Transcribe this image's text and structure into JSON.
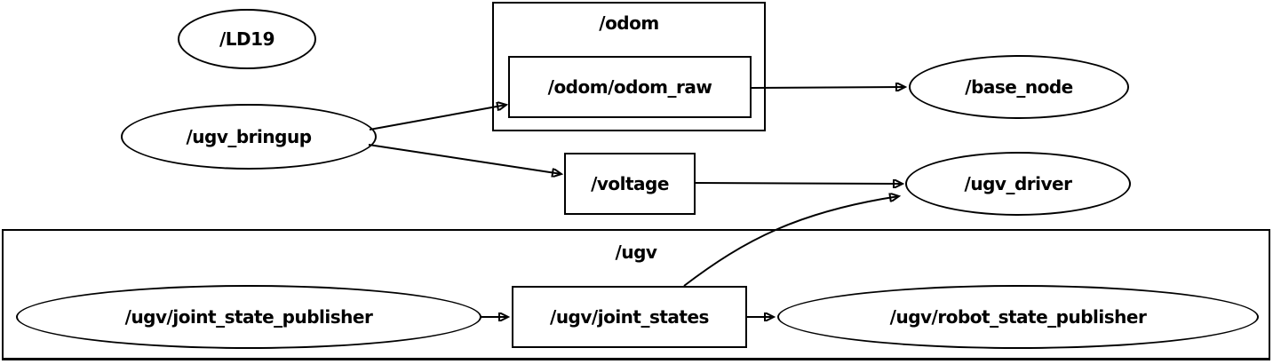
{
  "graph": {
    "background_color": "#ffffff",
    "stroke_color": "#000000",
    "namespaces": {
      "odom": {
        "label": "/odom"
      },
      "ugv": {
        "label": "/ugv"
      }
    },
    "nodes": {
      "ld19": {
        "label": "/LD19",
        "shape": "ellipse"
      },
      "ugv_bringup": {
        "label": "/ugv_bringup",
        "shape": "ellipse"
      },
      "base_node": {
        "label": "/base_node",
        "shape": "ellipse"
      },
      "ugv_driver": {
        "label": "/ugv_driver",
        "shape": "ellipse"
      },
      "joint_state_publisher": {
        "label": "/ugv/joint_state_publisher",
        "shape": "ellipse"
      },
      "robot_state_publisher": {
        "label": "/ugv/robot_state_publisher",
        "shape": "ellipse"
      },
      "odom_raw": {
        "label": "/odom/odom_raw",
        "shape": "rect"
      },
      "voltage": {
        "label": "/voltage",
        "shape": "rect"
      },
      "joint_states": {
        "label": "/ugv/joint_states",
        "shape": "rect"
      }
    },
    "edges": [
      {
        "from": "/ugv_bringup",
        "to": "/odom/odom_raw"
      },
      {
        "from": "/odom/odom_raw",
        "to": "/base_node"
      },
      {
        "from": "/ugv_bringup",
        "to": "/voltage"
      },
      {
        "from": "/voltage",
        "to": "/ugv_driver"
      },
      {
        "from": "/ugv/joint_states",
        "to": "/ugv_driver"
      },
      {
        "from": "/ugv/joint_state_publisher",
        "to": "/ugv/joint_states"
      },
      {
        "from": "/ugv/joint_states",
        "to": "/ugv/robot_state_publisher"
      }
    ]
  }
}
